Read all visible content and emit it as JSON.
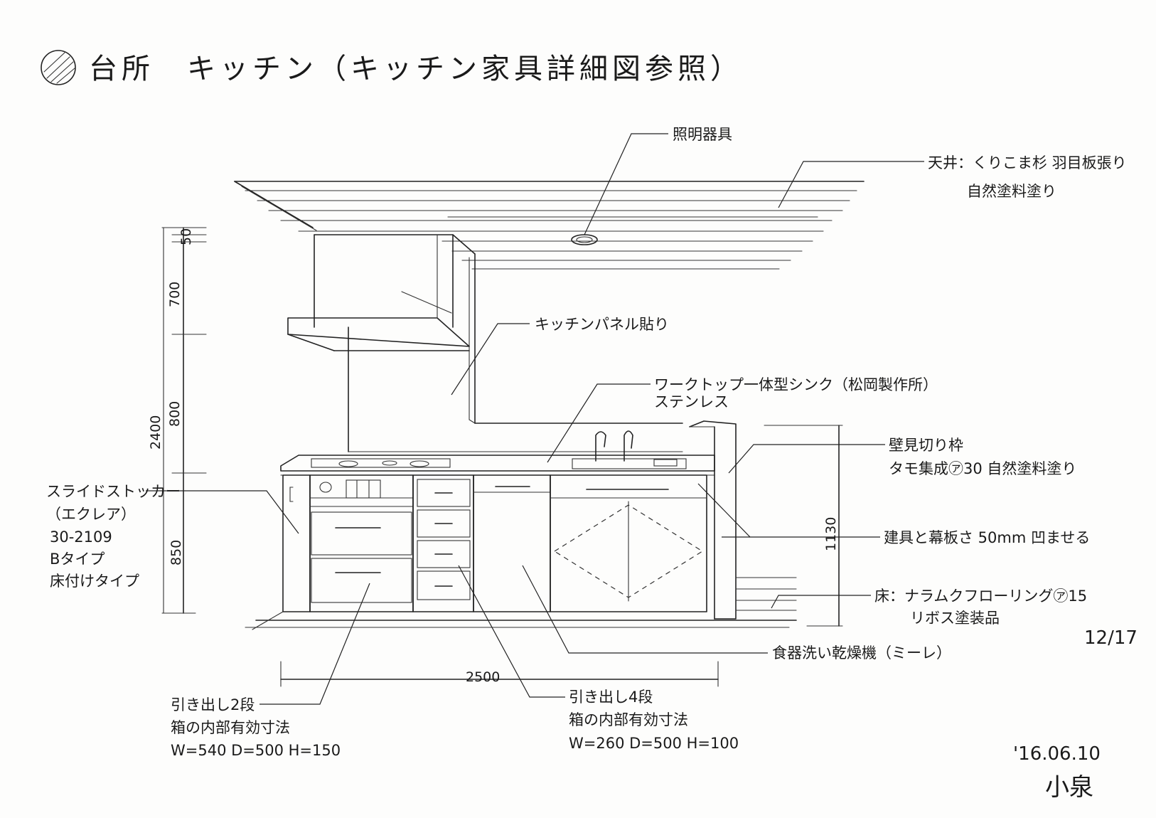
{
  "title": "台所　キッチン（キッチン家具詳細図参照）",
  "labels": {
    "lighting": "照明器具",
    "ceiling_1": "天井：くりこま杉 羽目板張り",
    "ceiling_2": "自然塗料塗り",
    "kitchen_panel": "キッチンパネル貼り",
    "worktop_1": "ワークトップ一体型シンク（松岡製作所）",
    "worktop_2": "ステンレス",
    "partition_1": "壁見切り枠",
    "partition_2": "タモ集成㋐30 自然塗料塗り",
    "recess": "建具と幕板さ 50mm 凹ませる",
    "floor_1": "床：ナラムクフローリング㋐15",
    "floor_2": "リボス塗装品",
    "dishwasher": "食器洗い乾燥機（ミーレ）",
    "stocker_1": "スライドストッカー",
    "stocker_2": "（エクレア）",
    "stocker_3": "30-2109",
    "stocker_4": "Bタイプ",
    "stocker_5": "床付けタイプ",
    "drawer2_1": "引き出し2段",
    "drawer2_2": "箱の内部有効寸法",
    "drawer2_3": "W=540 D=500 H=150",
    "drawer4_1": "引き出し4段",
    "drawer4_2": "箱の内部有効寸法",
    "drawer4_3": "W=260 D=500 H=100"
  },
  "dimensions": {
    "d50": "50",
    "d700": "700",
    "d800": "800",
    "d850": "850",
    "d2400": "2400",
    "d1130": "1130",
    "d2500": "2500"
  },
  "sheet": {
    "number": "12/17",
    "date": "'16.06.10",
    "author": "小泉"
  }
}
